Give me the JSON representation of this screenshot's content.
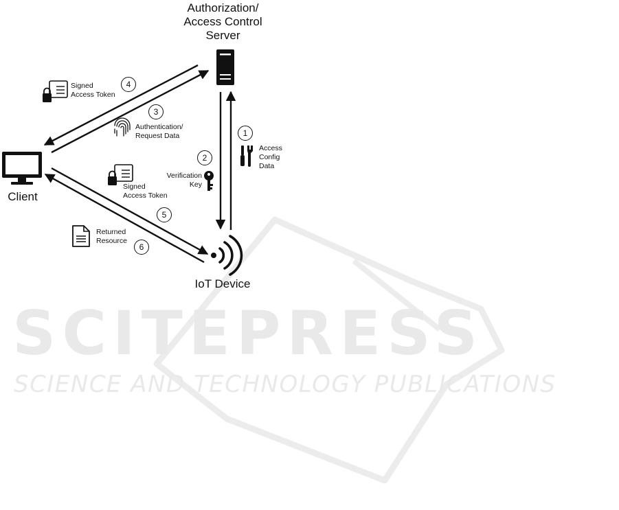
{
  "nodes": {
    "server": {
      "label_lines": [
        "Authorization/",
        "Access Control",
        "Server"
      ],
      "icon": "server-icon"
    },
    "client": {
      "label": "Client",
      "icon": "monitor-icon"
    },
    "device": {
      "label": "IoT Device",
      "icon": "wireless-signal-icon"
    }
  },
  "steps": [
    {
      "number": "1",
      "label_lines": [
        "Access",
        "Config",
        "Data"
      ],
      "icon": "tools-icon"
    },
    {
      "number": "2",
      "label_lines": [
        "Verification",
        "Key"
      ],
      "icon": "key-icon"
    },
    {
      "number": "3",
      "label_lines": [
        "Authentication/",
        "Request Data"
      ],
      "icon": "fingerprint-icon"
    },
    {
      "number": "4",
      "label_lines": [
        "Signed",
        "Access Token"
      ],
      "icon": "signed-token-icon"
    },
    {
      "number": "5",
      "label_lines": [
        "Signed",
        "Access Token"
      ],
      "icon": "signed-token-icon"
    },
    {
      "number": "6",
      "label_lines": [
        "Returned",
        "Resource"
      ],
      "icon": "document-icon"
    }
  ],
  "watermark": {
    "title": "SCITEPRESS",
    "subtitle": "SCIENCE AND TECHNOLOGY PUBLICATIONS",
    "color": "#e9e9e9"
  },
  "colors": {
    "ink": "#111111",
    "watermark": "#e9e9e9"
  }
}
